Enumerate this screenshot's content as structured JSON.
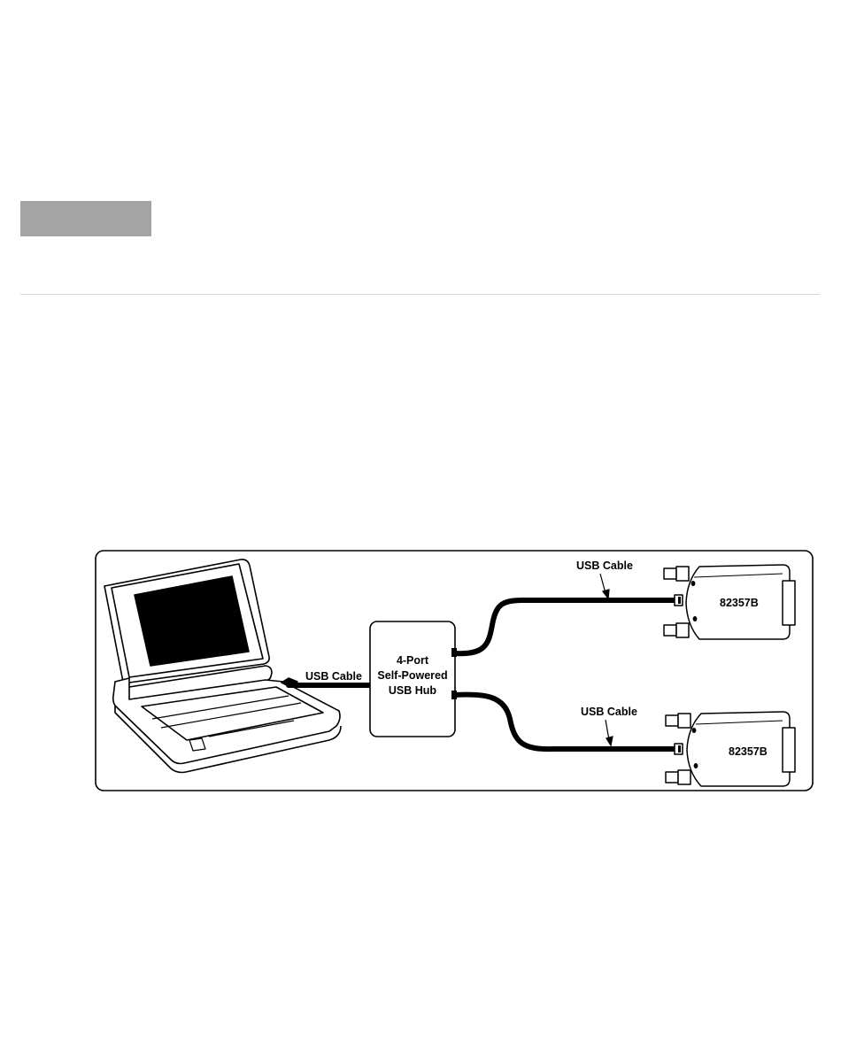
{
  "figure": {
    "hub_lines": [
      "4-Port",
      "Self-Powered",
      "USB Hub"
    ],
    "cable_labels": {
      "laptop_to_hub": "USB Cable",
      "hub_to_top": "USB Cable",
      "hub_to_bottom": "USB Cable"
    },
    "adapters": [
      "82357B",
      "82357B"
    ]
  }
}
